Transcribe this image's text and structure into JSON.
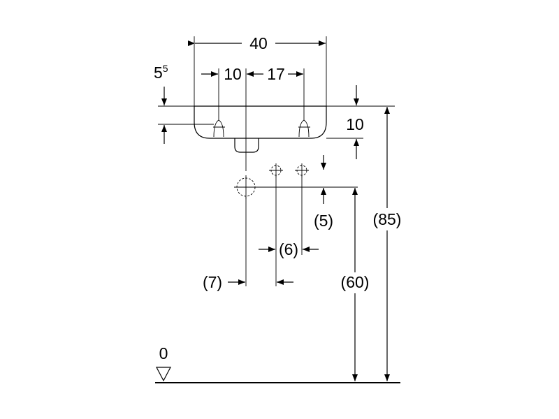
{
  "dimensions": {
    "width_total": "40",
    "left_offset": "10",
    "right_offset": "17",
    "top_small_base": "5",
    "top_small_sup": "5",
    "basin_height": "10",
    "drain_below": "(5)",
    "valve_spacing": "(6)",
    "drain_offset": "(7)",
    "drain_height": "(60)",
    "rim_height": "(85)",
    "floor_level": "0"
  }
}
